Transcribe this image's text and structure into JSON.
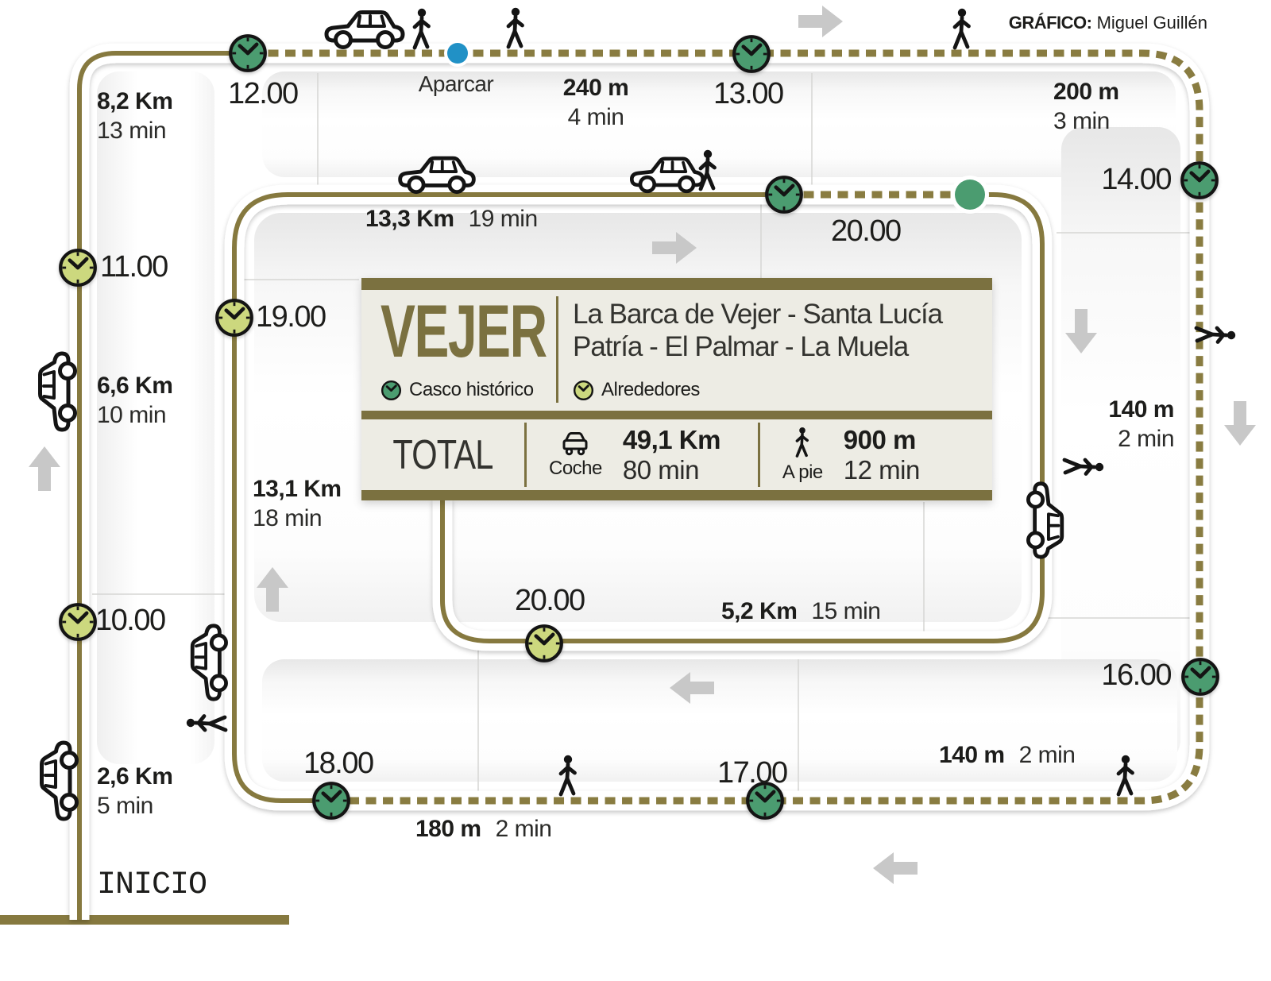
{
  "credit": {
    "label": "GRÁFICO:",
    "author": "Miguel Guillén"
  },
  "map": {
    "start": "INICIO",
    "park": "Aparcar",
    "stops": {
      "t10": "10.00",
      "t11": "11.00",
      "t12": "12.00",
      "t13": "13.00",
      "t14": "14.00",
      "t16": "16.00",
      "t17": "17.00",
      "t18": "18.00",
      "t19": "19.00",
      "t20_top": "20.00",
      "t20_inner": "20.00"
    },
    "segments": {
      "drive_26": {
        "dist": "2,6 Km",
        "time": "5 min"
      },
      "drive_66": {
        "dist": "6,6 Km",
        "time": "10 min"
      },
      "drive_82": {
        "dist": "8,2 Km",
        "time": "13 min"
      },
      "walk_240": {
        "dist": "240 m",
        "time": "4 min"
      },
      "walk_200": {
        "dist": "200 m",
        "time": "3 min"
      },
      "walk_140_right": {
        "dist": "140 m",
        "time": "2 min"
      },
      "walk_140_bottom": {
        "dist": "140 m",
        "time": "2 min"
      },
      "walk_180": {
        "dist": "180 m",
        "time": "2 min"
      },
      "drive_131": {
        "dist": "13,1 Km",
        "time": "18 min"
      },
      "drive_133": {
        "dist": "13,3 Km",
        "time": "19 min"
      },
      "drive_52": {
        "dist": "5,2 Km",
        "time": "15 min"
      }
    }
  },
  "panel": {
    "title": "VEJER",
    "route_line1": "La Barca de Vejer - Santa Lucía",
    "route_line2": "Patría - El Palmar - La Muela",
    "legend": [
      {
        "label": "Casco histórico"
      },
      {
        "label": "Alrededores"
      }
    ],
    "total": {
      "label": "TOTAL",
      "car": {
        "mode": "Coche",
        "distance": "49,1 Km",
        "duration": "80 min"
      },
      "walk": {
        "mode": "A pie",
        "distance": "900 m",
        "duration": "12 min"
      }
    }
  },
  "colors": {
    "route": "#86793f",
    "historic_stop": "#4b9c70",
    "surroundings_stop": "#ccd87e",
    "parking_dot": "#2191c6",
    "direction_arrow": "#c8c8c8"
  },
  "icons": {
    "car": "car-icon",
    "pedestrian": "pedestrian-icon",
    "clock_historic": "clock-historic-icon",
    "clock_surroundings": "clock-surroundings-icon",
    "parking": "parking-dot",
    "route_end": "route-end-dot",
    "arrow": "direction-arrow-icon"
  }
}
